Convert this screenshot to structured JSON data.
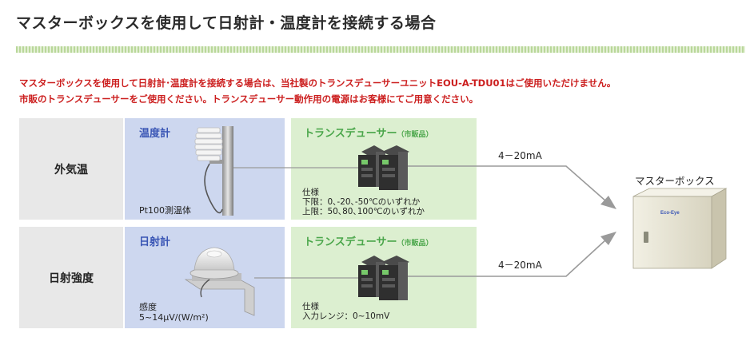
{
  "title": "マスターボックスを使用して日射計・温度計を接続する場合",
  "notes": [
    "マスターボックスを使用して日射計･温度計を接続する場合は、当社製のトランスデューサーユニットEOU-A-TDU01はご使用いただけません。",
    "市販のトランスデューサーをご使用ください。トランスデューサー動作用の電源はお客様にてご用意ください。"
  ],
  "rows": [
    {
      "label": "外気温",
      "sensor_heading": "温度計",
      "sensor_caption": [
        "Pt100測温体"
      ],
      "transducer_heading": "トランスデューサー",
      "transducer_note": "（市販品）",
      "spec_lines": [
        "仕様",
        "下限：0､-20､-50℃のいずれか",
        "上限：50､80､100℃のいずれか"
      ],
      "signal": "4－20mA"
    },
    {
      "label": "日射強度",
      "sensor_heading": "日射計",
      "sensor_caption": [
        "感度",
        "5~14μV/(W/m²)"
      ],
      "transducer_heading": "トランスデューサー",
      "transducer_note": "（市販品）",
      "spec_lines": [
        "仕様",
        "入力レンジ：0~10mV"
      ],
      "signal": "4－20mA"
    }
  ],
  "master_box": {
    "label": "マスターボックス",
    "logo_text": "Eco-Eye",
    "color_body": "#e9e6d6",
    "color_line": "#9a9a9a"
  },
  "colors": {
    "title_rule": "#b9d79a",
    "note_text": "#cc1f1f",
    "label_bg": "#e8e8e8",
    "sensor_bg": "#cdd7ef",
    "sensor_heading": "#3a56b5",
    "transducer_bg": "#dcefd0",
    "transducer_heading": "#4aa64a"
  }
}
